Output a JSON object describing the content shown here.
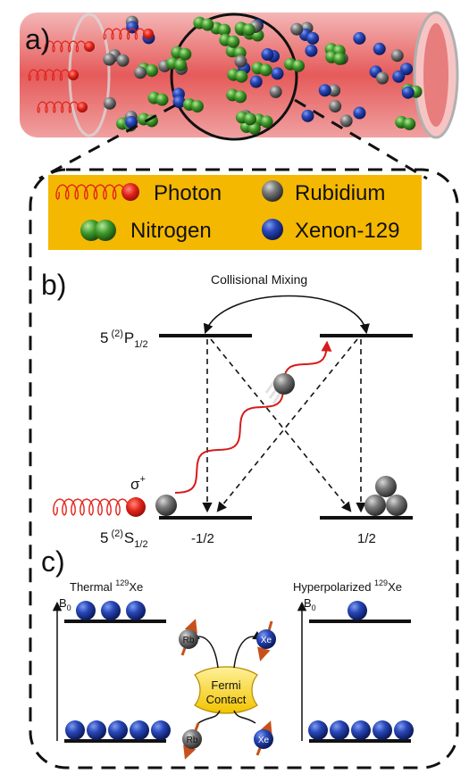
{
  "panels": {
    "a": "a)",
    "b": "b)",
    "c": "c)"
  },
  "legend": {
    "photon": "Photon",
    "rubidium": "Rubidium",
    "nitrogen": "Nitrogen",
    "xenon": "Xenon-129"
  },
  "levels": {
    "p_state": "5 (2)P1/2",
    "s_state": "5 (2)S1/2",
    "m_left": "-1/2",
    "m_right": "1/2",
    "mixing": "Collisional Mixing",
    "sigma": "σ+"
  },
  "spin": {
    "thermal": "Thermal 129Xe",
    "hyper": "Hyperpolarized 129Xe",
    "b0": "B0",
    "rb": "Rb",
    "xe": "Xe",
    "fermi_line1": "Fermi",
    "fermi_line2": "Contact"
  },
  "colors": {
    "legend_bg": "#f5b800",
    "xenon": "#1f3fa8",
    "rubidium": "#6a6a6a",
    "nitrogen": "#3f9a2a",
    "photon": "#d81a1a",
    "cell": "#e24a4a",
    "fermi": "#f5d21a"
  }
}
